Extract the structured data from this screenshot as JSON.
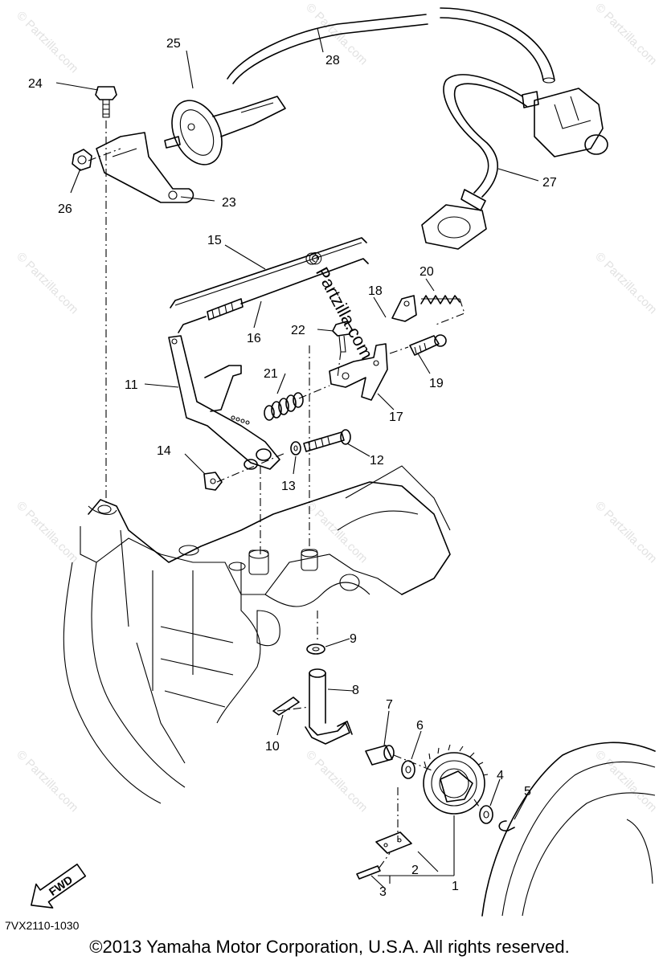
{
  "watermark": "© Partzilla.com",
  "center_watermark": "© Partzilla.com",
  "direction_label": "FWD",
  "diagram_code": "7VX2110-1030",
  "copyright": "©2013 Yamaha Motor Corporation, U.S.A. All rights reserved.",
  "callouts": {
    "c1": "1",
    "c2": "2",
    "c3": "3",
    "c4": "4",
    "c5": "5",
    "c6": "6",
    "c7": "7",
    "c8": "8",
    "c9": "9",
    "c10": "10",
    "c11": "11",
    "c12": "12",
    "c13": "13",
    "c14": "14",
    "c15": "15",
    "c16": "16",
    "c17": "17",
    "c18": "18",
    "c19": "19",
    "c20": "20",
    "c21": "21",
    "c22": "22",
    "c23": "23",
    "c24": "24",
    "c25": "25",
    "c26": "26",
    "c27": "27",
    "c28": "28"
  }
}
